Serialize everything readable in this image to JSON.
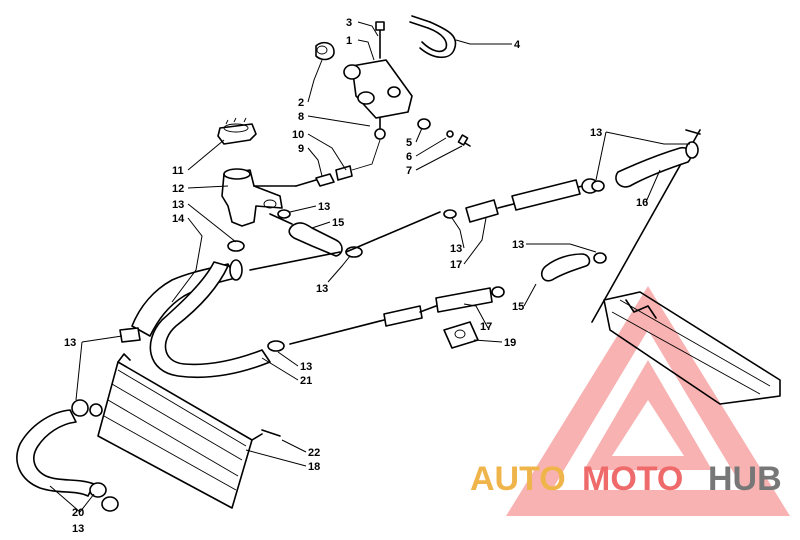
{
  "callouts": [
    {
      "id": "c3a",
      "text": "3"
    },
    {
      "id": "c1",
      "text": "1"
    },
    {
      "id": "c4",
      "text": "4"
    },
    {
      "id": "c2",
      "text": "2"
    },
    {
      "id": "c8",
      "text": "8"
    },
    {
      "id": "c10",
      "text": "10"
    },
    {
      "id": "c9",
      "text": "9"
    },
    {
      "id": "c5",
      "text": "5"
    },
    {
      "id": "c6",
      "text": "6"
    },
    {
      "id": "c7",
      "text": "7"
    },
    {
      "id": "c11",
      "text": "11"
    },
    {
      "id": "c12",
      "text": "12"
    },
    {
      "id": "c13a",
      "text": "13"
    },
    {
      "id": "c14",
      "text": "14"
    },
    {
      "id": "c13b",
      "text": "13"
    },
    {
      "id": "c15a",
      "text": "15"
    },
    {
      "id": "c13c",
      "text": "13"
    },
    {
      "id": "c13d",
      "text": "13"
    },
    {
      "id": "c17a",
      "text": "17"
    },
    {
      "id": "c13e",
      "text": "13"
    },
    {
      "id": "c16",
      "text": "16"
    },
    {
      "id": "c13f",
      "text": "13"
    },
    {
      "id": "c15b",
      "text": "15"
    },
    {
      "id": "c17b",
      "text": "17"
    },
    {
      "id": "c19",
      "text": "19"
    },
    {
      "id": "c13g",
      "text": "13"
    },
    {
      "id": "c13h",
      "text": "13"
    },
    {
      "id": "c21",
      "text": "21"
    },
    {
      "id": "c22",
      "text": "22"
    },
    {
      "id": "c18",
      "text": "18"
    },
    {
      "id": "c20",
      "text": "20"
    },
    {
      "id": "c13i",
      "text": "13"
    }
  ],
  "watermark": {
    "part1": "AUTO",
    "part2": "MOTO",
    "part3": "HUB",
    "colors": {
      "auto": "#f0b54a",
      "moto": "#ef6a6a",
      "hub": "#777777",
      "triangle": "#ee5a5a"
    }
  }
}
